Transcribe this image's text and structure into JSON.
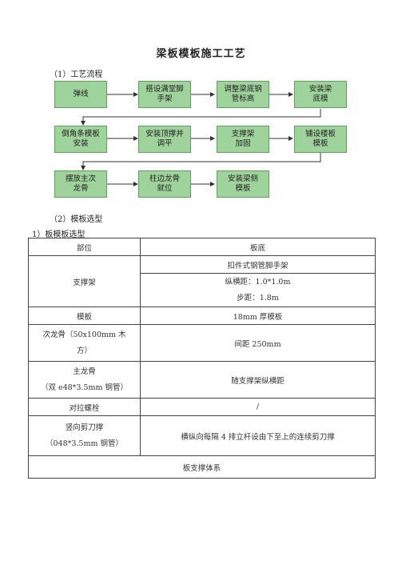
{
  "title": "梁板模板施工工艺",
  "section1": "（1）工艺流程",
  "section2": "（2）模板选型",
  "section3": "1）板模板选型",
  "flow": {
    "row1": [
      "弹线",
      "搭设满堂脚\n手架",
      "调整梁底钢\n管标高",
      "安装梁\n底模"
    ],
    "row2": [
      "倒角条模板\n安装",
      "安装顶撑并\n调平",
      "支撑架\n加固",
      "铺设楼板\n模板"
    ],
    "row3": [
      "摆放主次\n龙骨",
      "柱边龙骨\n就位",
      "安装梁侧\n模板"
    ]
  },
  "table": {
    "header": [
      "部位",
      "板底"
    ],
    "support_label": "支撑架",
    "support_values": [
      "扣件式钢管脚手架",
      "纵横距：1.0*1.0m\n步距：1.8m"
    ],
    "formwork": [
      "模板",
      "18mm 厚模板"
    ],
    "secondary": [
      "次龙骨（50x100mm 木\n方）",
      "间距 250mm"
    ],
    "primary": [
      "主龙骨\n（双 e48*3.5mm 钢管）",
      "随支撑架纵横距"
    ],
    "tie_bolt": [
      "对拉螺栓",
      "/"
    ],
    "bracing": [
      "竖向剪刀撑\n（048*3.5mm 钢管）",
      "横纵向每隔 4 排立杆设由下至上的连续剪刀撑"
    ],
    "footer": "板支撑体系"
  }
}
